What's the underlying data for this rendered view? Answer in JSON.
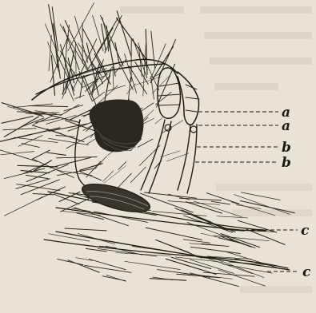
{
  "figure": {
    "labels": {
      "a1": "a",
      "a2": "a",
      "b1": "b",
      "b2": "b",
      "c1": "c",
      "c2": "c"
    },
    "ink_color": "#1f1c17",
    "paper_color": "#e8e3d6"
  }
}
